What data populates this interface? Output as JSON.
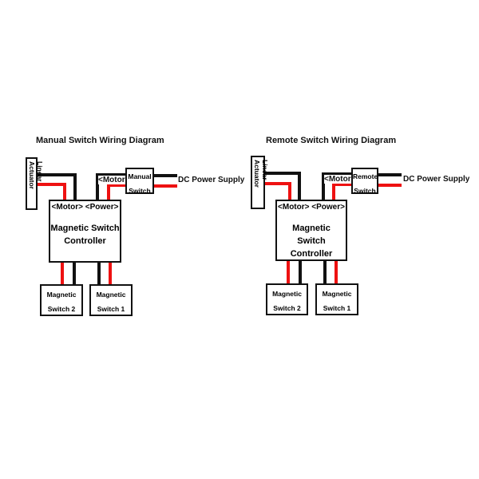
{
  "diagrams": [
    {
      "title": "Manual Switch Wiring Diagram",
      "actuator_label": "Linear Actuator",
      "controller": {
        "ports": "<Motor> <Power>",
        "name_line1": "Magnetic Switch",
        "name_line2": "Controller"
      },
      "switch_port_label": "<Motor>",
      "switch": {
        "line1": "Manual",
        "line2": "Switch"
      },
      "power_label": "DC Power Supply",
      "sensors": [
        {
          "line1": "Magnetic",
          "line2": "Switch 2"
        },
        {
          "line1": "Magnetic",
          "line2": "Switch 1"
        }
      ]
    },
    {
      "title": "Remote Switch Wiring Diagram",
      "actuator_label": "Linear Actuator",
      "controller": {
        "ports": "<Motor> <Power>",
        "name_line1": "Magnetic Switch",
        "name_line2": "Controller"
      },
      "switch_port_label": "<Motor>",
      "switch": {
        "line1": "Remote",
        "line2": "Switch"
      },
      "power_label": "DC Power Supply",
      "sensors": [
        {
          "line1": "Magnetic",
          "line2": "Switch 2"
        },
        {
          "line1": "Magnetic",
          "line2": "Switch 1"
        }
      ]
    }
  ],
  "colors": {
    "wire_black": "#111111",
    "wire_red": "#ee1111"
  }
}
